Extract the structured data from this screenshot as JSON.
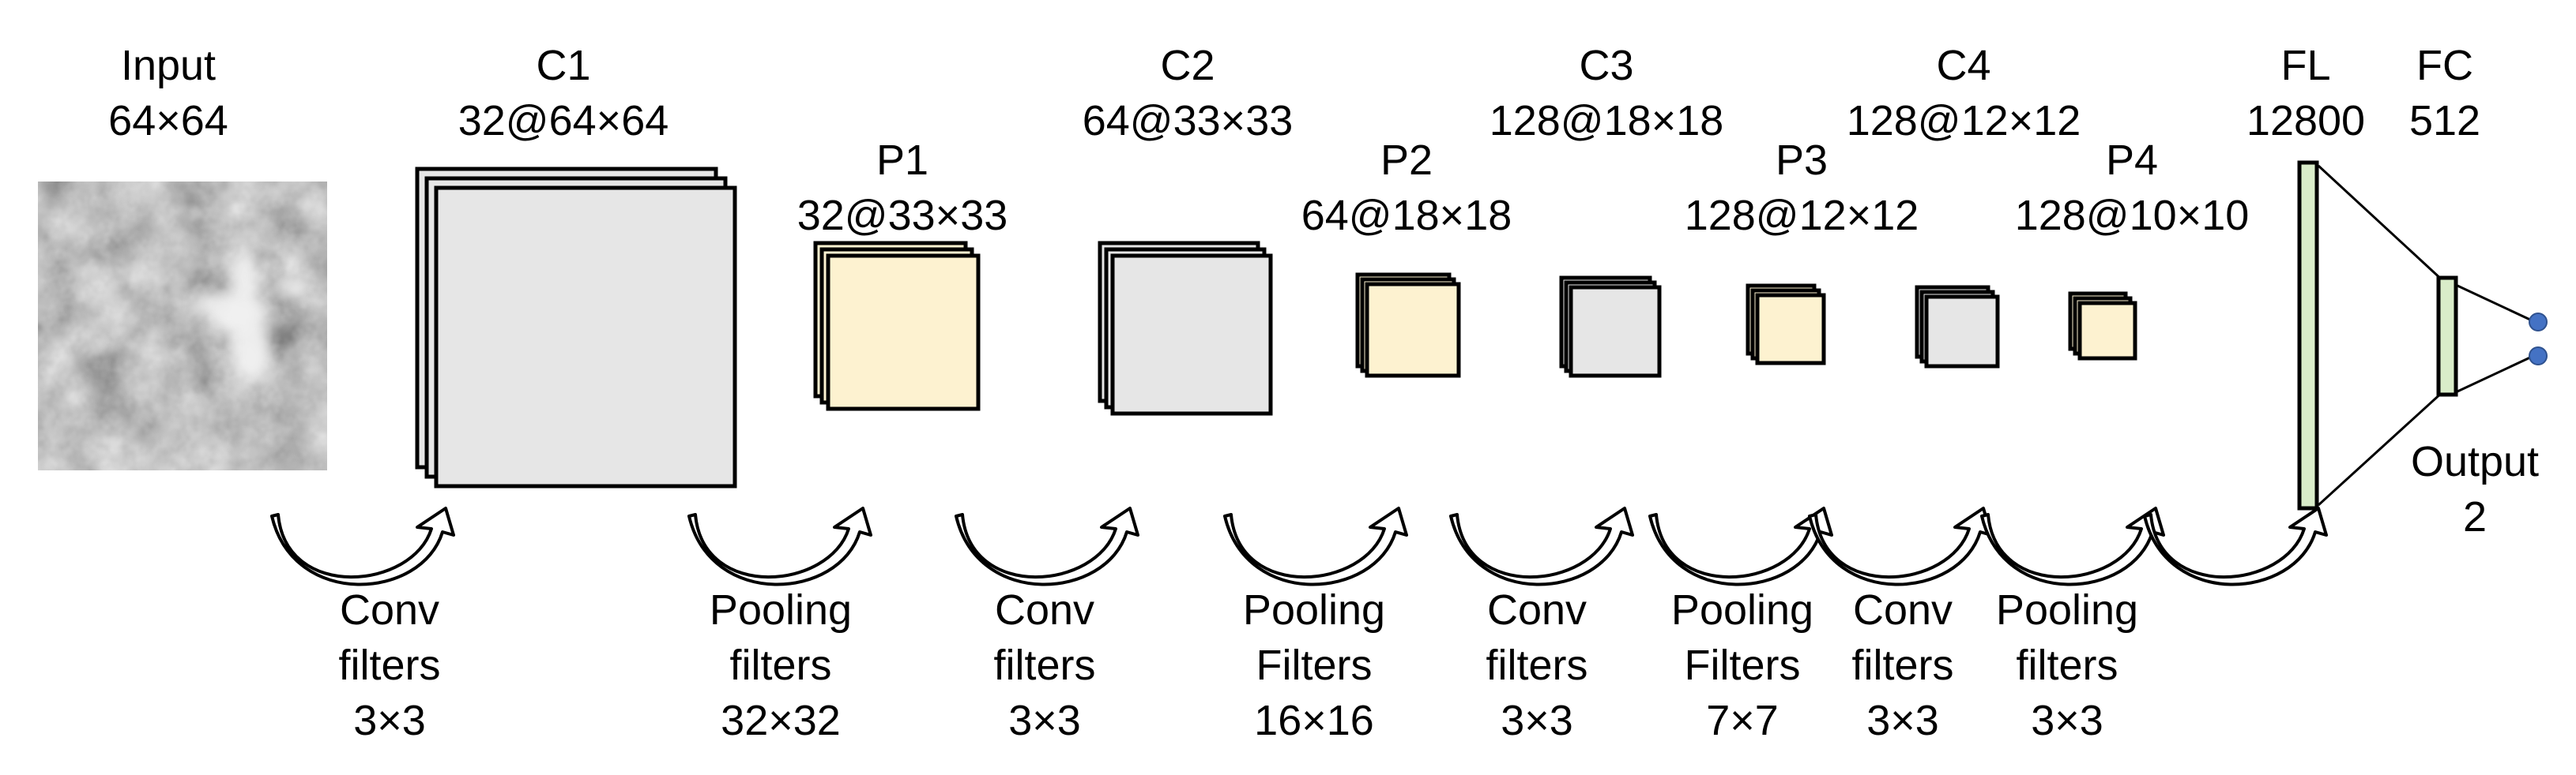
{
  "input": {
    "label": "Input",
    "size": "64×64"
  },
  "layers": [
    {
      "id": "c1",
      "name": "C1",
      "size": "32@64×64",
      "kind": "conv"
    },
    {
      "id": "p1",
      "name": "P1",
      "size": "32@33×33",
      "kind": "pool"
    },
    {
      "id": "c2",
      "name": "C2",
      "size": "64@33×33",
      "kind": "conv"
    },
    {
      "id": "p2",
      "name": "P2",
      "size": "64@18×18",
      "kind": "pool"
    },
    {
      "id": "c3",
      "name": "C3",
      "size": "128@18×18",
      "kind": "conv"
    },
    {
      "id": "p3",
      "name": "P3",
      "size": "128@12×12",
      "kind": "pool"
    },
    {
      "id": "c4",
      "name": "C4",
      "size": "128@12×12",
      "kind": "conv"
    },
    {
      "id": "p4",
      "name": "P4",
      "size": "128@10×10",
      "kind": "pool"
    }
  ],
  "fl": {
    "name": "FL",
    "size": "12800"
  },
  "fc": {
    "name": "FC",
    "size": "512"
  },
  "output": {
    "label": "Output",
    "size": "2"
  },
  "operations": [
    {
      "l1": "Conv",
      "l2": "filters",
      "l3": "3×3"
    },
    {
      "l1": "Pooling",
      "l2": "filters",
      "l3": "32×32"
    },
    {
      "l1": "Conv",
      "l2": "filters",
      "l3": "3×3"
    },
    {
      "l1": "Pooling",
      "l2": "Filters",
      "l3": "16×16"
    },
    {
      "l1": "Conv",
      "l2": "filters",
      "l3": "3×3"
    },
    {
      "l1": "Pooling",
      "l2": "Filters",
      "l3": "7×7"
    },
    {
      "l1": "Conv",
      "l2": "filters",
      "l3": "3×3"
    },
    {
      "l1": "Pooling",
      "l2": "filters",
      "l3": "3×3"
    }
  ],
  "colors": {
    "conv_fill": "#e6e6e6",
    "pool_fill": "#fdf2d0",
    "dense_fill": "#d9ecc9",
    "node_fill": "#4472c4",
    "stroke": "#000000"
  }
}
